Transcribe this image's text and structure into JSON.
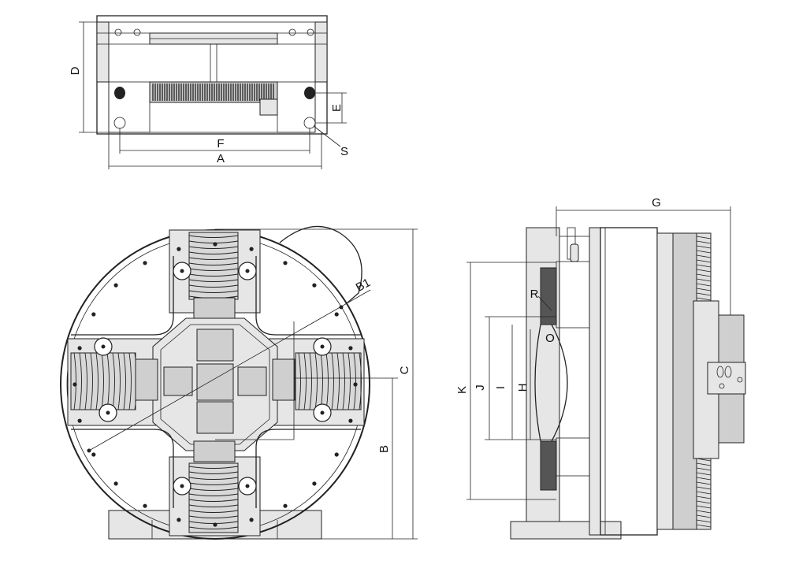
{
  "drawing": {
    "type": "mechanical-drawing",
    "views": [
      "top-view",
      "front-view",
      "side-view"
    ],
    "colors": {
      "line": "#222222",
      "background": "#ffffff",
      "fill_light": "#e6e6e6",
      "fill_mid": "#cfcfcf",
      "fill_dark": "#555555"
    },
    "dimensions": {
      "A": "A",
      "B": "B",
      "B1": "B1",
      "C": "C",
      "D": "D",
      "E": "E",
      "F": "F",
      "G": "G",
      "H": "H",
      "I": "I",
      "J": "J",
      "K": "K",
      "O": "O",
      "R": "R",
      "S": "S"
    }
  }
}
